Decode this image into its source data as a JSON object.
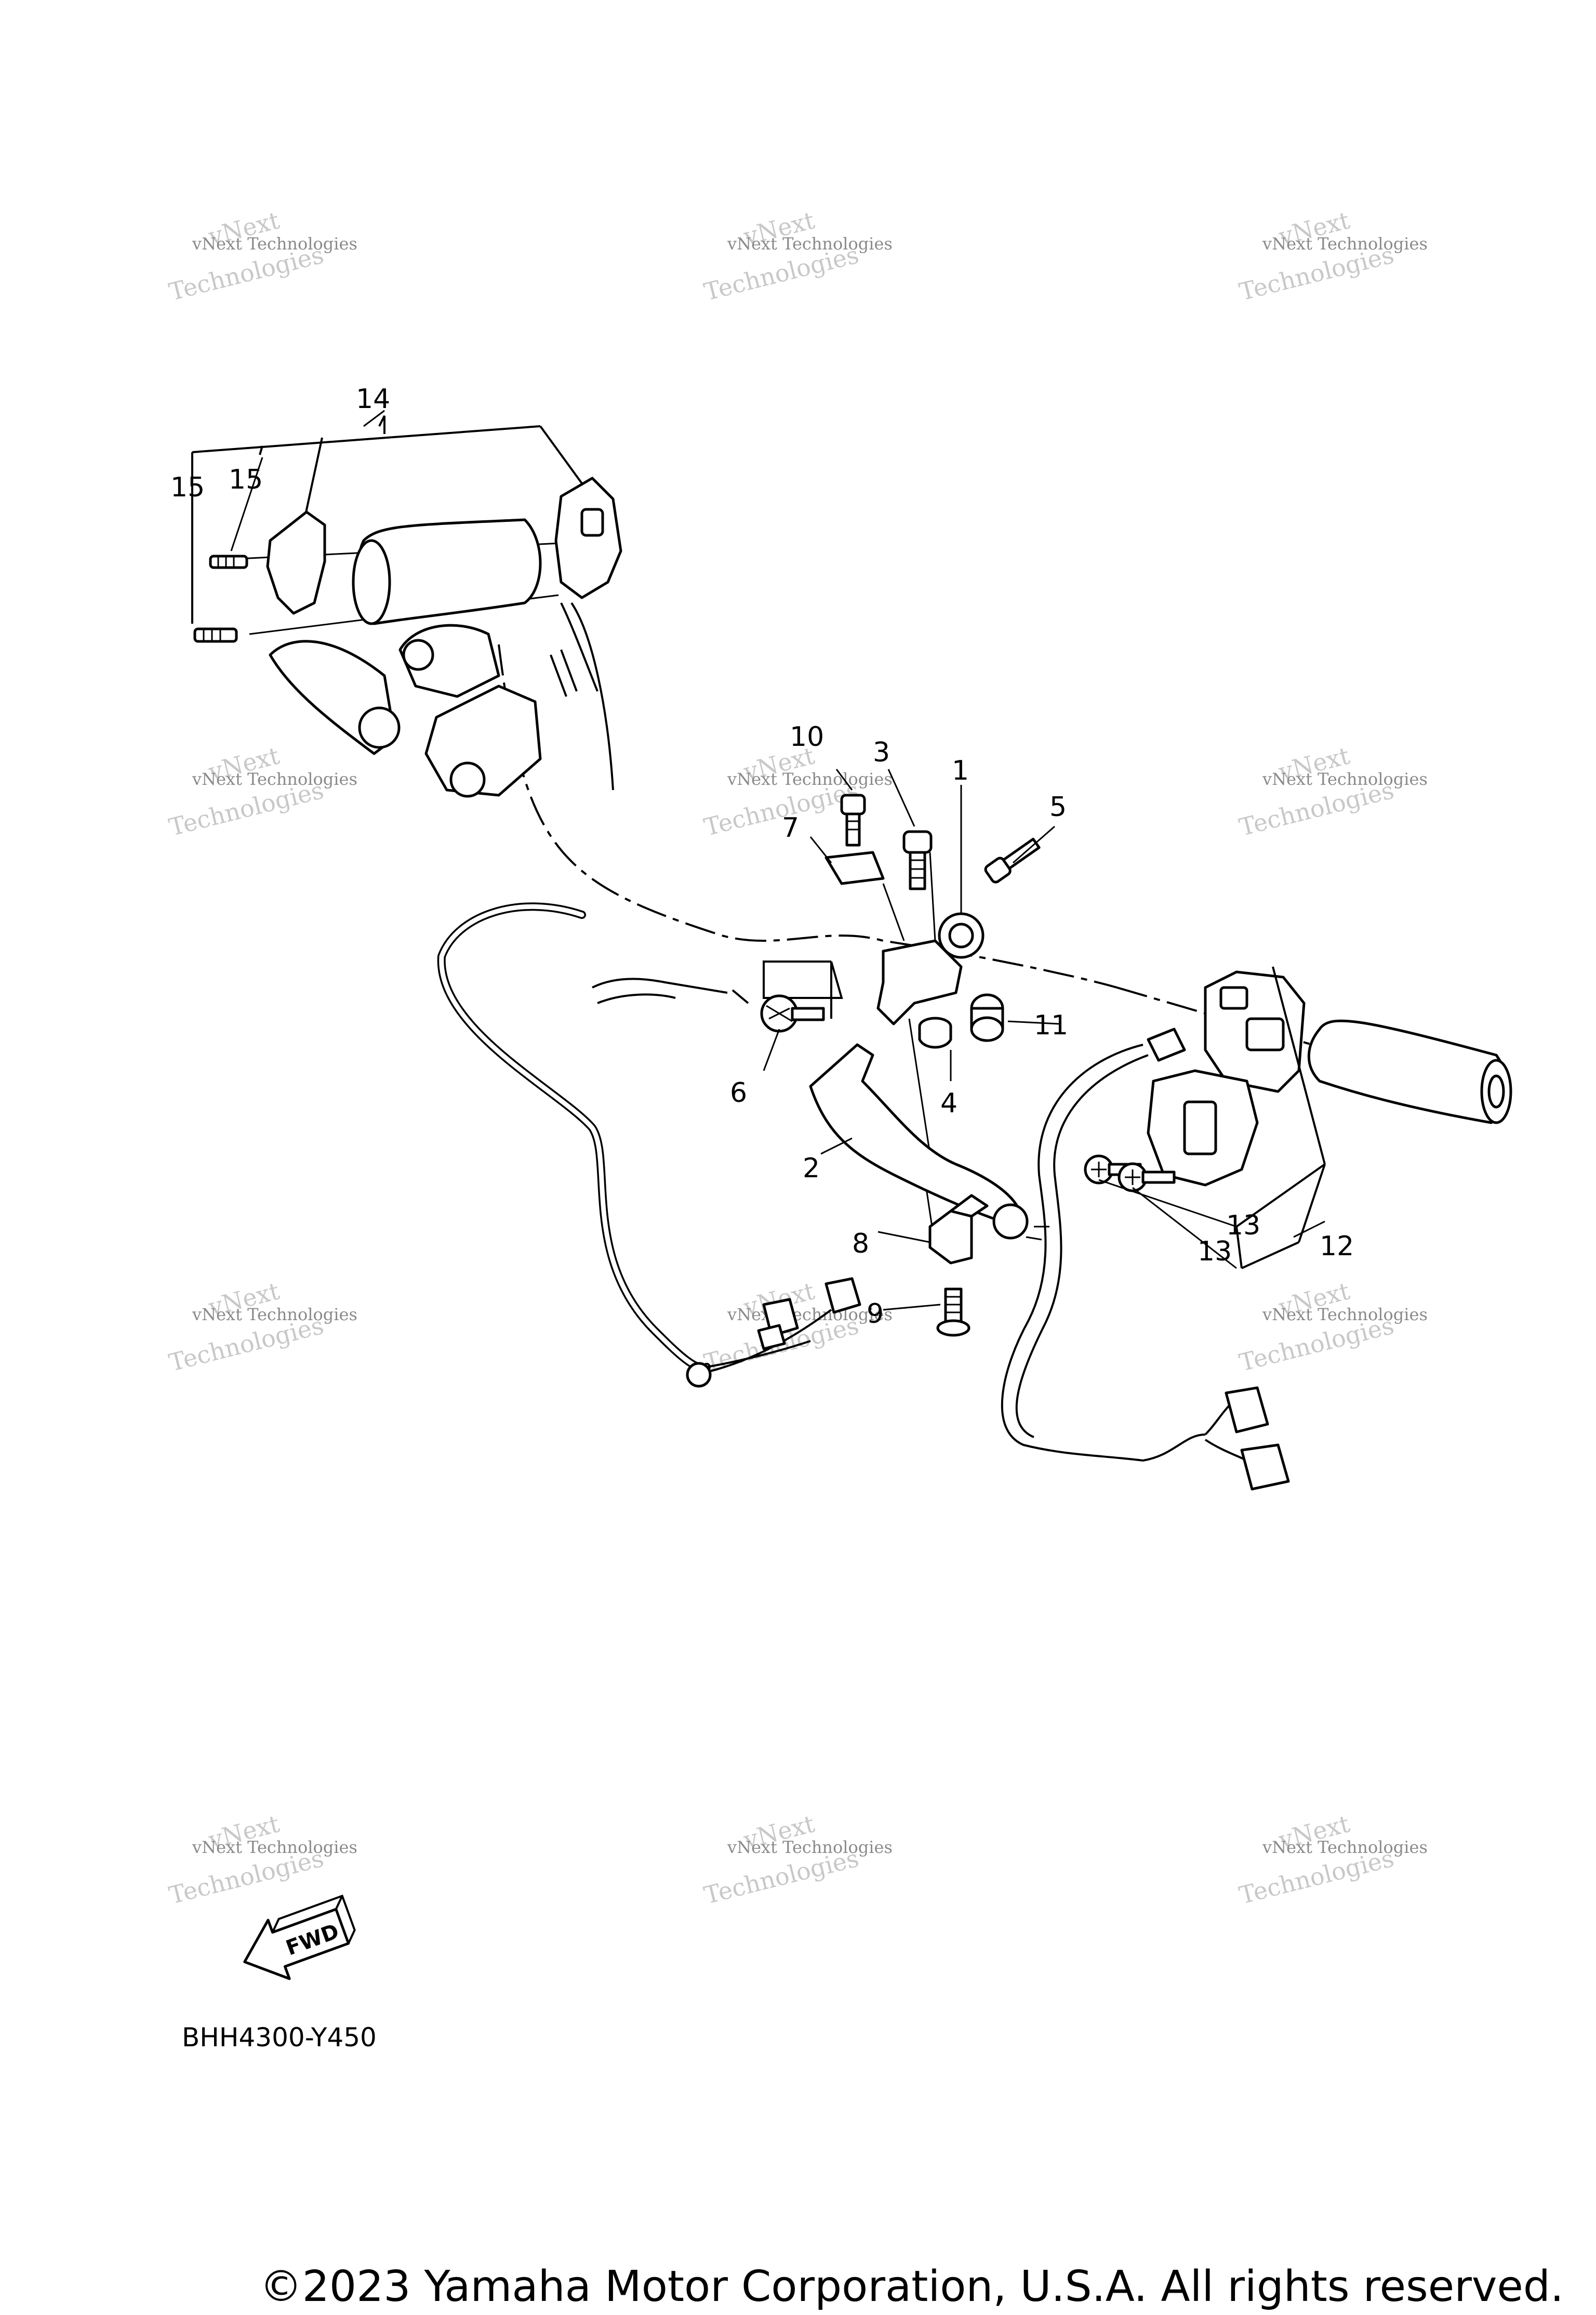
{
  "diagram": {
    "code": "BHH4300-Y450",
    "direction_marker": "FWD",
    "callouts": [
      {
        "id": "c1",
        "label": "1"
      },
      {
        "id": "c2",
        "label": "2"
      },
      {
        "id": "c3",
        "label": "3"
      },
      {
        "id": "c4",
        "label": "4"
      },
      {
        "id": "c5",
        "label": "5"
      },
      {
        "id": "c6",
        "label": "6"
      },
      {
        "id": "c7",
        "label": "7"
      },
      {
        "id": "c8",
        "label": "8"
      },
      {
        "id": "c9",
        "label": "9"
      },
      {
        "id": "c10",
        "label": "10"
      },
      {
        "id": "c11",
        "label": "11"
      },
      {
        "id": "c12",
        "label": "12"
      },
      {
        "id": "c13a",
        "label": "13"
      },
      {
        "id": "c13b",
        "label": "13"
      },
      {
        "id": "c14",
        "label": "14"
      },
      {
        "id": "c15a",
        "label": "15"
      },
      {
        "id": "c15b",
        "label": "15"
      }
    ]
  },
  "watermark": {
    "line1": "vNext Technologies",
    "line2": "Technologies",
    "line3": "vNext"
  },
  "footer": {
    "copyright": "©2023 Yamaha Motor Corporation, U.S.A. All rights reserved."
  }
}
